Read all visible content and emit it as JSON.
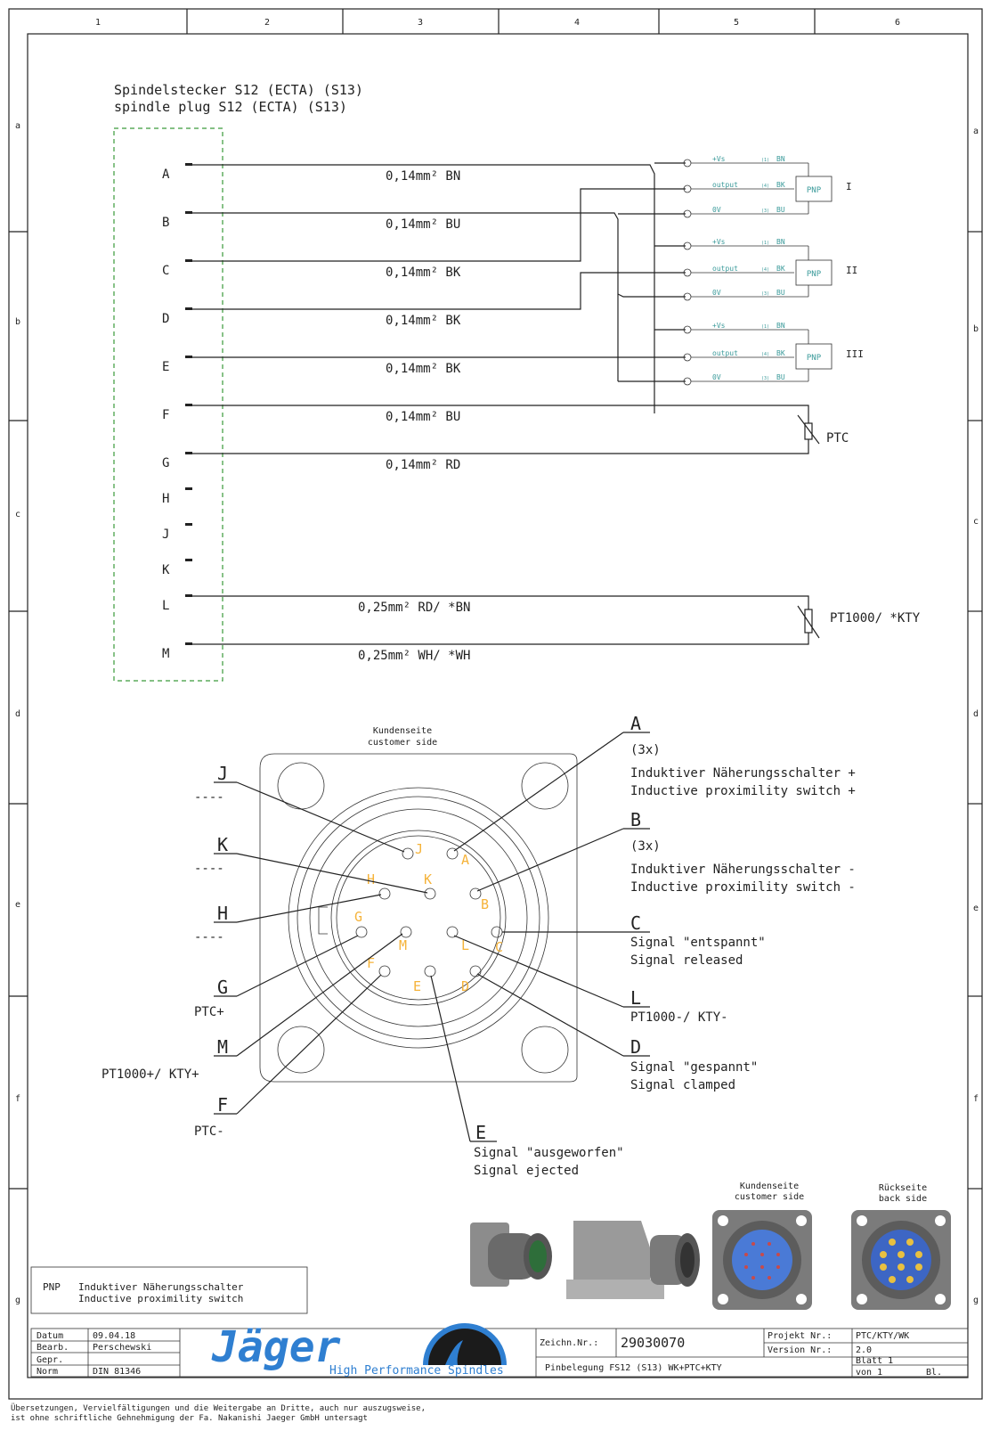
{
  "frame": {
    "columns": [
      "1",
      "2",
      "3",
      "4",
      "5",
      "6"
    ],
    "rows": [
      "a",
      "b",
      "c",
      "d",
      "e",
      "f",
      "g"
    ]
  },
  "title": {
    "line1": "Spindelstecker S12 (ECTA) (S13)",
    "line2": "spindle plug S12 (ECTA) (S13)"
  },
  "wiring": {
    "pins": [
      "A",
      "B",
      "C",
      "D",
      "E",
      "F",
      "G",
      "H",
      "J",
      "K",
      "L",
      "M"
    ],
    "wires": [
      {
        "pin": "A",
        "label": "0,14mm² BN"
      },
      {
        "pin": "B",
        "label": "0,14mm² BU"
      },
      {
        "pin": "C",
        "label": "0,14mm² BK"
      },
      {
        "pin": "D",
        "label": "0,14mm² BK"
      },
      {
        "pin": "E",
        "label": "0,14mm² BK"
      },
      {
        "pin": "F",
        "label": "0,14mm² BU"
      },
      {
        "pin": "G",
        "label": "0,14mm² RD"
      },
      {
        "pin": "L",
        "label": "0,25mm² RD/ *BN"
      },
      {
        "pin": "M",
        "label": "0,25mm² WH/ *WH"
      }
    ],
    "sensors": [
      {
        "roman": "I",
        "box": "PNP",
        "vs": "+Vs",
        "out": "output",
        "zero": "0V",
        "c_vs": "BN",
        "c_out": "BK",
        "c_zero": "BU",
        "n_vs": "(1)",
        "n_out": "(4)",
        "n_zero": "(3)"
      },
      {
        "roman": "II",
        "box": "PNP",
        "vs": "+Vs",
        "out": "output",
        "zero": "0V",
        "c_vs": "BN",
        "c_out": "BK",
        "c_zero": "BU",
        "n_vs": "(1)",
        "n_out": "(4)",
        "n_zero": "(3)"
      },
      {
        "roman": "III",
        "box": "PNP",
        "vs": "+Vs",
        "out": "output",
        "zero": "0V",
        "c_vs": "BN",
        "c_out": "BK",
        "c_zero": "BU",
        "n_vs": "(1)",
        "n_out": "(4)",
        "n_zero": "(3)"
      }
    ],
    "ptc_label": "PTC",
    "pt1000_label": "PT1000/ *KTY"
  },
  "connector": {
    "face_label_1": "Kundenseite",
    "face_label_2": "customer side",
    "pins_letters": [
      "A",
      "B",
      "C",
      "D",
      "E",
      "F",
      "G",
      "H",
      "J",
      "K",
      "L",
      "M"
    ],
    "callouts": {
      "A": {
        "letter": "A",
        "lines": [
          "(3x)",
          "",
          "Induktiver Näherungsschalter +",
          "Inductive proximility switch +"
        ]
      },
      "B": {
        "letter": "B",
        "lines": [
          "(3x)",
          "",
          "Induktiver Näherungsschalter -",
          "Inductive proximility switch -"
        ]
      },
      "C": {
        "letter": "C",
        "lines": [
          "Signal \"entspannt\"",
          "Signal released"
        ]
      },
      "L": {
        "letter": "L",
        "lines": [
          "PT1000-/ KTY-"
        ]
      },
      "D": {
        "letter": "D",
        "lines": [
          "Signal \"gespannt\"",
          "Signal clamped"
        ]
      },
      "E": {
        "letter": "E",
        "lines": [
          "Signal \"ausgeworfen\"",
          "Signal ejected"
        ]
      },
      "J": {
        "letter": "J",
        "lines": [
          "----"
        ]
      },
      "K": {
        "letter": "K",
        "lines": [
          "----"
        ]
      },
      "H": {
        "letter": "H",
        "lines": [
          "----"
        ]
      },
      "G": {
        "letter": "G",
        "lines": [
          "PTC+"
        ]
      },
      "M": {
        "letter": "M",
        "lines": [
          "PT1000+/ KTY+"
        ]
      },
      "F": {
        "letter": "F",
        "lines": [
          "PTC-"
        ]
      }
    }
  },
  "photos": {
    "front_1": "Kundenseite",
    "front_2": "customer side",
    "back_1": "Rückseite",
    "back_2": "back side"
  },
  "legend": {
    "abbr": "PNP",
    "de": "Induktiver Näherungsschalter",
    "en": "Inductive proximility switch"
  },
  "titleblock": {
    "rows": [
      {
        "k": "Datum",
        "v": "09.04.18"
      },
      {
        "k": "Bearb.",
        "v": "Perschewski"
      },
      {
        "k": "Gepr.",
        "v": ""
      },
      {
        "k": "Norm",
        "v": "DIN 81346"
      }
    ],
    "logo_text": "Jäger",
    "logo_sub": "High Performance Spindles",
    "zeichn_label": "Zeichn.Nr.:",
    "zeichn_value": "29030070",
    "description": "Pinbelegung FS12 (S13) WK+PTC+KTY",
    "projekt_label": "Projekt Nr.:",
    "projekt_value": "PTC/KTY/WK",
    "version_label": "Version Nr.:",
    "version_value": "2.0",
    "blatt": "Blatt 1",
    "von": "von 1",
    "bl": "Bl.",
    "brand_blue": "#2f7fd1",
    "brand_dark": "#1b1b1b"
  },
  "footer": {
    "line1": "Übersetzungen, Vervielfältigungen und die Weitergabe an Dritte, auch nur auszugsweise,",
    "line2": "ist ohne schriftliche Gehnehmigung der Fa. Nakanishi Jaeger GmbH untersagt"
  }
}
